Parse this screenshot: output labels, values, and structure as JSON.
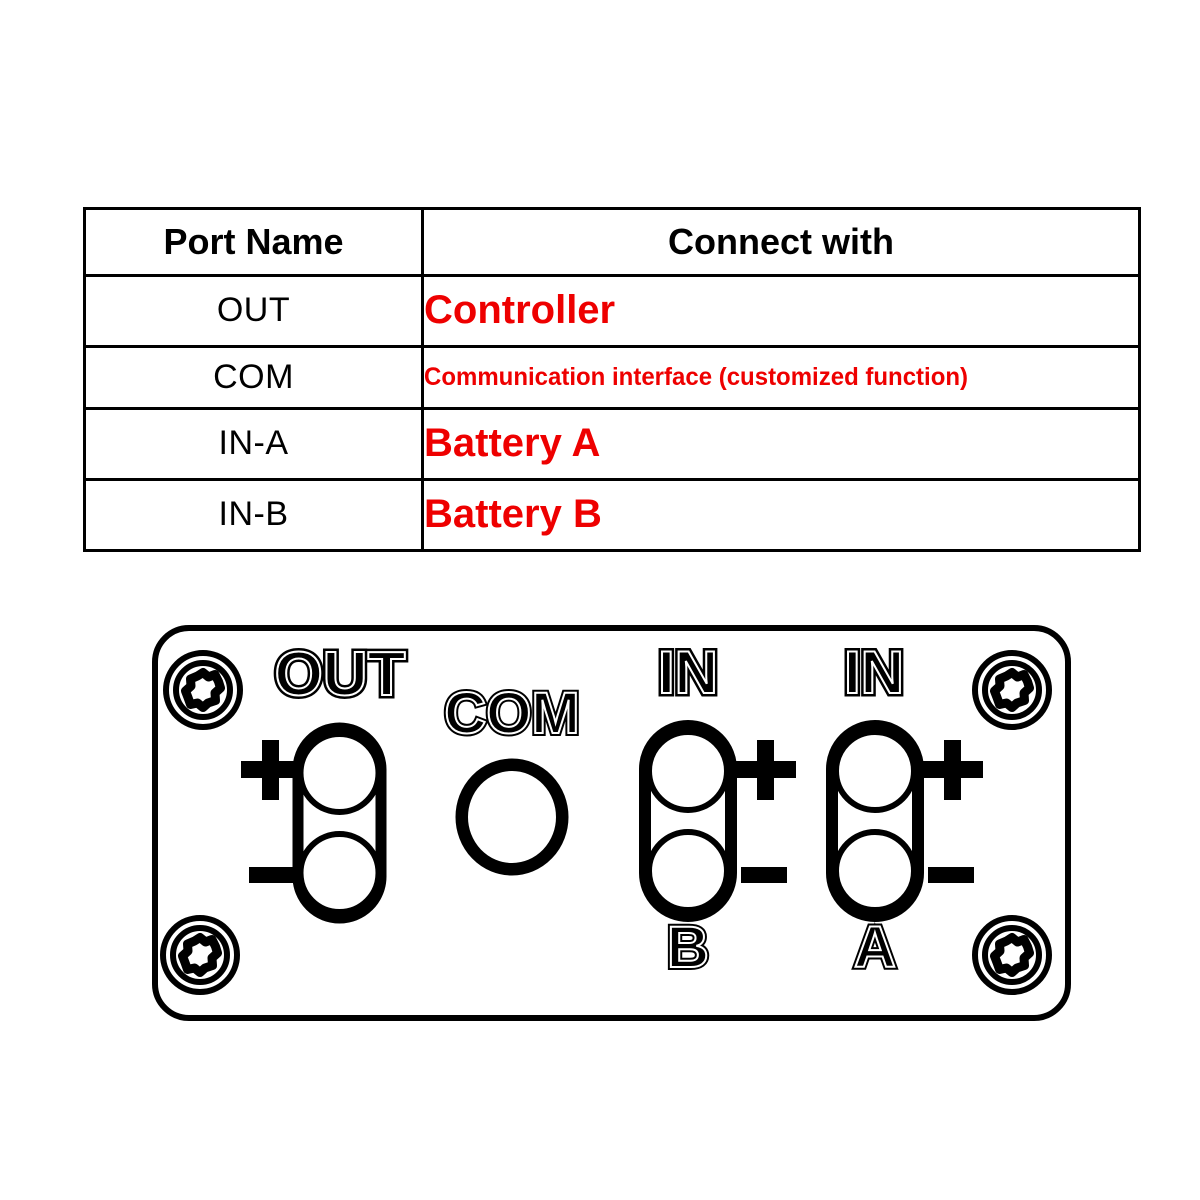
{
  "table": {
    "header": {
      "port_name": "Port Name",
      "connect_with": "Connect with"
    },
    "rows": [
      {
        "port": "OUT",
        "connect": "Controller",
        "size": "big"
      },
      {
        "port": "COM",
        "connect": "Communication interface (customized function)",
        "size": "small"
      },
      {
        "port": "IN-A",
        "connect": "Battery A",
        "size": "big"
      },
      {
        "port": "IN-B",
        "connect": "Battery B",
        "size": "big"
      }
    ]
  },
  "colors": {
    "text": "#000000",
    "accent_red": "#ee0000",
    "outline": "#000000",
    "panel_fill": "#ffffff"
  },
  "device": {
    "labels": {
      "out": "OUT",
      "com": "COM",
      "in_b": "IN",
      "in_a": "IN",
      "b": "B",
      "a": "A",
      "plus": "+",
      "minus": "–"
    }
  }
}
